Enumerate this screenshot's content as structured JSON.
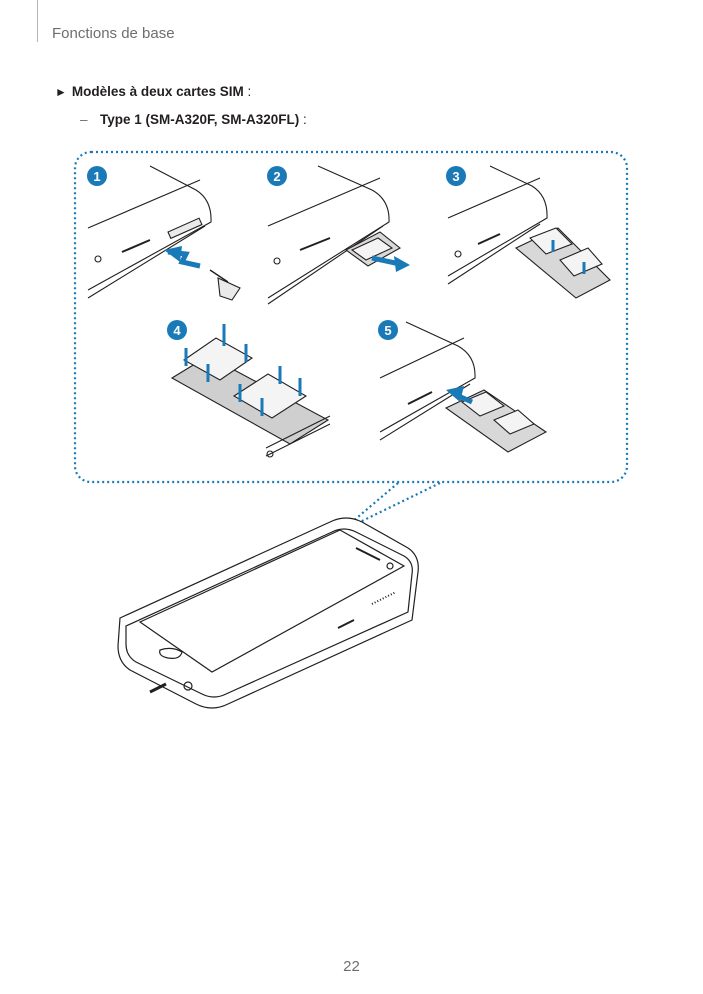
{
  "header": {
    "title": "Fonctions de base"
  },
  "bullet": {
    "marker": "►",
    "bold_text": "Modèles à deux cartes SIM",
    "suffix": " :"
  },
  "subitem": {
    "dash": "–",
    "bold_text": "Type 1 (SM-A320F, SM-A320FL)",
    "suffix": " :"
  },
  "steps": [
    "1",
    "2",
    "3",
    "4",
    "5"
  ],
  "colors": {
    "accent": "#1a7ab8",
    "callout_border": "#1a7ab8",
    "line": "#231f20"
  },
  "footer": {
    "page_number": "22"
  }
}
